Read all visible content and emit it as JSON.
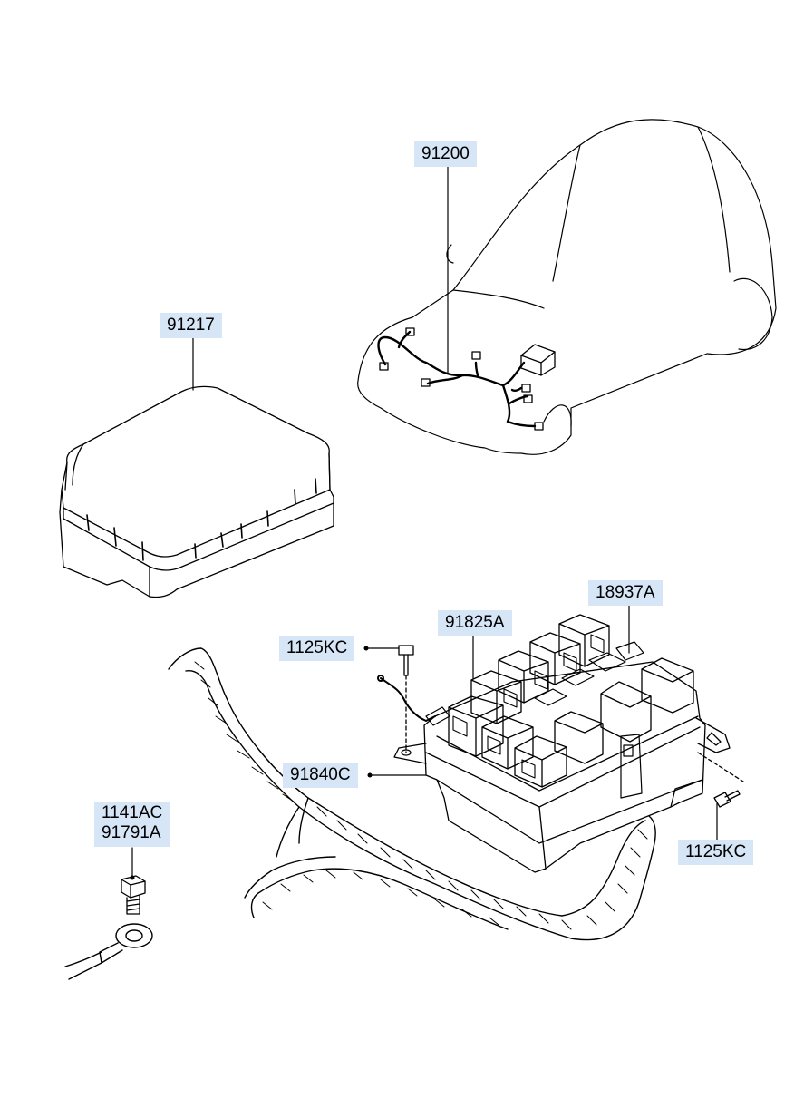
{
  "labels": {
    "harness": "91200",
    "cover": "91217",
    "relay": "18937A",
    "fuse": "91825A",
    "screw_upper": "1125KC",
    "junction_box": "91840C",
    "screw_lower": "1125KC",
    "bolt_line1": "1141AC",
    "bolt_line2": "91791A"
  },
  "colors": {
    "label_bg": "#d6e6f7",
    "line": "#000000"
  }
}
